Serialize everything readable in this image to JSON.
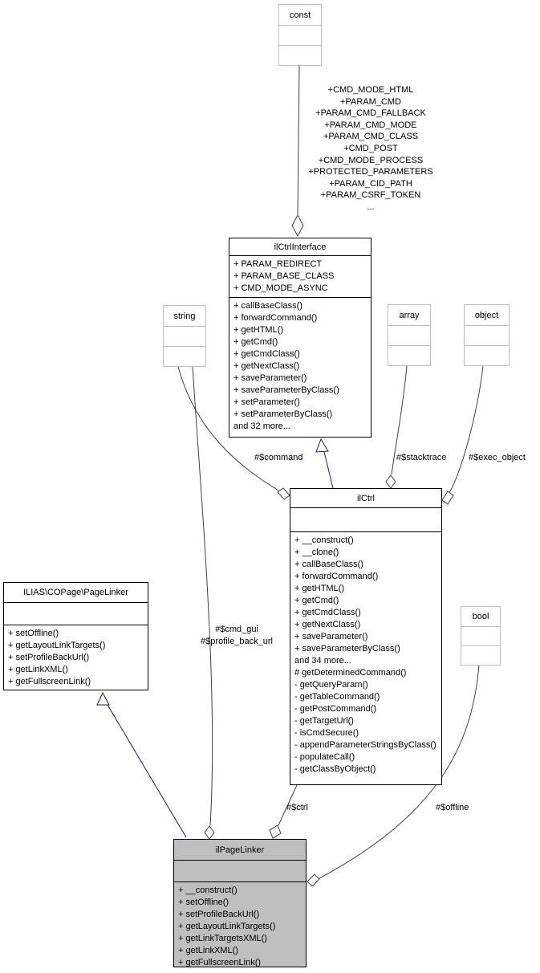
{
  "diagram": {
    "type": "uml-collaboration-graph",
    "colors": {
      "class_border": "#000000",
      "type_border": "#bdbdbd",
      "current_class_fill": "#bfbfbf",
      "inheritance_edge": "#191970",
      "aggregation_edge": "#404040"
    }
  },
  "boxes": {
    "const": {
      "title": "const"
    },
    "string": {
      "title": "string"
    },
    "array": {
      "title": "array"
    },
    "object": {
      "title": "object"
    },
    "bool": {
      "title": "bool"
    },
    "ilctrlinterface": {
      "title": "ilCtrlInterface",
      "attributes": [
        "+ PARAM_REDIRECT",
        "+ PARAM_BASE_CLASS",
        "+ CMD_MODE_ASYNC"
      ],
      "methods": [
        "+ callBaseClass()",
        "+ forwardCommand()",
        "+ getHTML()",
        "+ getCmd()",
        "+ getCmdClass()",
        "+ getNextClass()",
        "+ saveParameter()",
        "+ saveParameterByClass()",
        "+ setParameter()",
        "+ setParameterByClass()",
        "and 32 more..."
      ]
    },
    "ilctrl": {
      "title": "ilCtrl",
      "methods": [
        "+ __construct()",
        "+ __clone()",
        "+ callBaseClass()",
        "+ forwardCommand()",
        "+ getHTML()",
        "+ getCmd()",
        "+ getCmdClass()",
        "+ getNextClass()",
        "+ saveParameter()",
        "+ saveParameterByClass()",
        "and 34 more...",
        "# getDeterminedCommand()",
        "- getQueryParam()",
        "- getTableCommand()",
        "- getPostCommand()",
        "- getTargetUrl()",
        "- isCmdSecure()",
        "- appendParameterStringsByClass()",
        "- populateCall()",
        "- getClassByObject()"
      ]
    },
    "pagelinker": {
      "title": "ILIAS\\COPage\\PageLinker",
      "methods": [
        "+ setOffline()",
        "+ getLayoutLinkTargets()",
        "+ setProfileBackUrl()",
        "+ getLinkXML()",
        "+ getFullscreenLink()"
      ]
    },
    "ilpagelinker": {
      "title": "ilPageLinker",
      "methods": [
        "+ __construct()",
        "+ setOffline()",
        "+ setProfileBackUrl()",
        "+ getLayoutLinkTargets()",
        "+ getLinkTargetsXML()",
        "+ getLinkXML()",
        "+ getFullscreenLink()"
      ]
    }
  },
  "edge_labels": {
    "const_members": [
      "+CMD_MODE_HTML",
      "+PARAM_CMD",
      "+PARAM_CMD_FALLBACK",
      "+PARAM_CMD_MODE",
      "+PARAM_CMD_CLASS",
      "+CMD_POST",
      "+CMD_MODE_PROCESS",
      "+PROTECTED_PARAMETERS",
      "+PARAM_CID_PATH",
      "+PARAM_CSRF_TOKEN",
      "..."
    ],
    "command": "#$command",
    "stacktrace": "#$stacktrace",
    "exec_object": "#$exec_object",
    "cmd_gui": "#$cmd_gui",
    "profile_back_url": "#$profile_back_url",
    "ctrl": "#$ctrl",
    "offline": "#$offline"
  }
}
